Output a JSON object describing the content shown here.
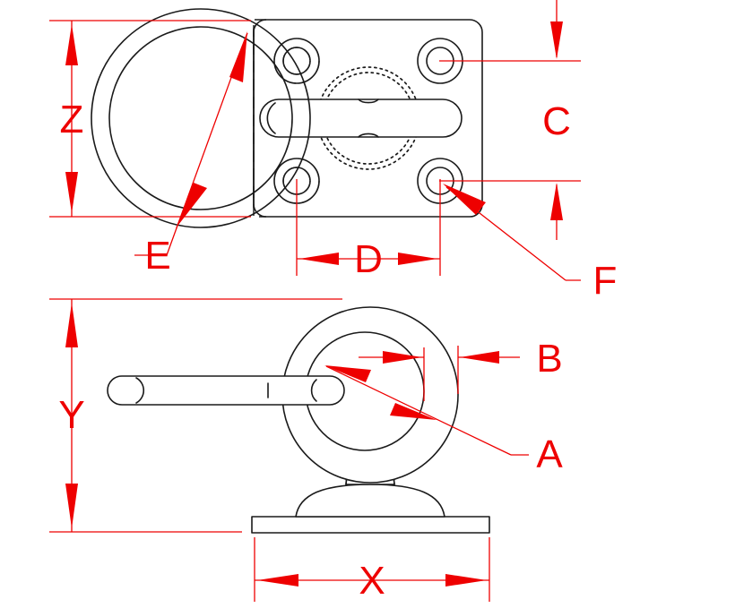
{
  "drawing": {
    "title": "Eye Plate Technical Drawing",
    "background_color": "#ffffff",
    "line_color": "#1a1a1a",
    "dimension_color": "#ee0000",
    "views": [
      {
        "name": "top-view",
        "description": "Plan view of eye plate showing rectangular base plate with four mounting holes, central boss and ring laid flat"
      },
      {
        "name": "side-view",
        "description": "Side elevation showing ring, eye body, fillet and mounting base plate"
      }
    ]
  },
  "dimensions": {
    "Z": {
      "label": "Z",
      "view": "top-view",
      "orientation": "vertical",
      "style": "inside-arrows"
    },
    "C": {
      "label": "C",
      "view": "top-view",
      "orientation": "vertical",
      "style": "outside-arrows"
    },
    "E": {
      "label": "E",
      "view": "top-view",
      "orientation": "diagonal",
      "style": "leader-double-arrow"
    },
    "D": {
      "label": "D",
      "view": "top-view",
      "orientation": "horizontal",
      "style": "inside-arrows"
    },
    "F": {
      "label": "F",
      "view": "top-view",
      "orientation": "diagonal",
      "style": "leader-arrow"
    },
    "Y": {
      "label": "Y",
      "view": "side-view",
      "orientation": "vertical",
      "style": "inside-arrows"
    },
    "B": {
      "label": "B",
      "view": "side-view",
      "orientation": "horizontal",
      "style": "outside-arrows"
    },
    "A": {
      "label": "A",
      "view": "side-view",
      "orientation": "diagonal",
      "style": "leader-double-arrow"
    },
    "X": {
      "label": "X",
      "view": "side-view",
      "orientation": "horizontal",
      "style": "inside-arrows"
    }
  }
}
